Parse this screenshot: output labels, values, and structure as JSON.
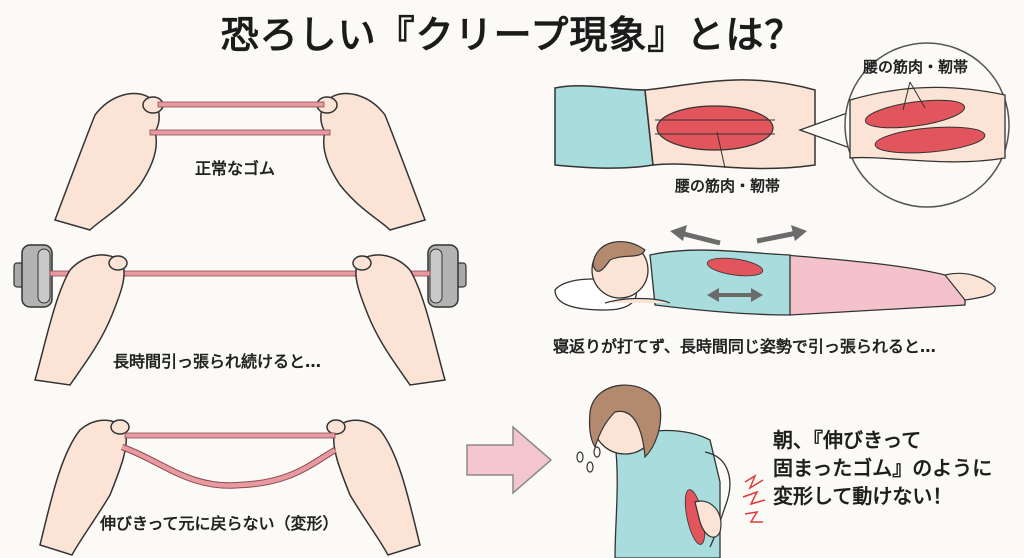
{
  "title": "恐ろしい『クリープ現象』とは？",
  "left_panels": [
    {
      "id": "normal",
      "caption": "正常なゴム",
      "state": "normal"
    },
    {
      "id": "stretched",
      "caption": "長時間引っ張られ続けると…",
      "state": "stretched-with-weights"
    },
    {
      "id": "deformed",
      "caption": "伸びきって元に戻らない（変形）",
      "state": "deformed-sagging"
    }
  ],
  "right_panels": {
    "muscle_diagram": {
      "main_label": "腰の筋肉・靭帯",
      "zoom_label": "腰の筋肉・靭帯"
    },
    "sleeping": {
      "caption": "寝返りが打てず、長時間同じ姿勢で引っ張られると…"
    },
    "morning": {
      "callout_lines": [
        "朝、『伸びきって",
        "固まったゴム』のように",
        "変形して動けない！"
      ]
    }
  },
  "colors": {
    "background": "#fbfaf7",
    "rubber_band": "#e79aa0",
    "skin": "#fbe4d6",
    "shirt": "#a9dcdc",
    "pants": "#f4c2cb",
    "muscle": "#e2555c",
    "arrow_pink": "#f2c6cc",
    "arrow_gray": "#6b6b6b",
    "weight_gray": "#a9a9a9",
    "pain_red": "#e03a3a"
  }
}
